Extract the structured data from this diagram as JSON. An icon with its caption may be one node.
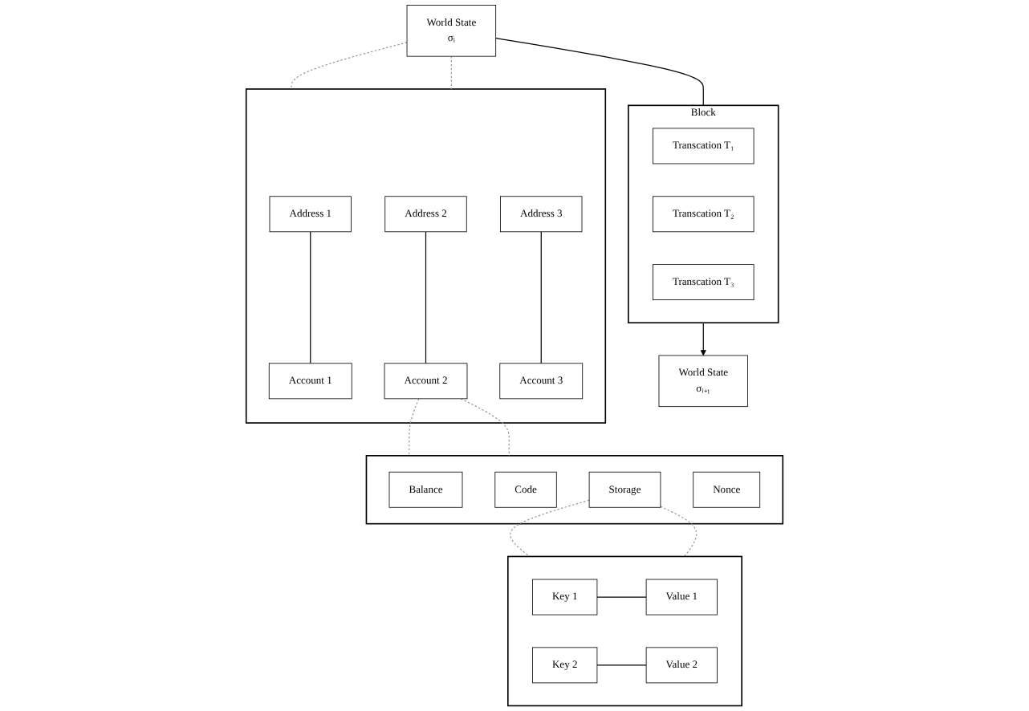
{
  "diagram": {
    "nodes": [
      {
        "text": [
          "Block"
        ]
      },
      {
        "text": [
          "Transcation T₁"
        ],
        "in": 0
      },
      {
        "text": [
          "Transcation T₂"
        ],
        "in": 0
      },
      {
        "text": [
          "Transcation T₃"
        ],
        "in": 0
      },
      {
        "text": [
          "World State",
          "σᵢ"
        ]
      },
      {
        "text": [
          "World State",
          "σᵢ₊₁"
        ]
      },
      {
        "text": [],
        "shape": "box"
      },
      {
        "text": [
          "Address 1"
        ],
        "in": 6
      },
      {
        "text": [
          "Account 1"
        ],
        "in": 6
      },
      {
        "text": [
          "Address 2"
        ],
        "in": 6
      },
      {
        "text": [
          "Account 2"
        ],
        "in": 6
      },
      {
        "text": [
          "Address 3"
        ],
        "in": 6
      },
      {
        "text": [
          "Account 3"
        ],
        "in": 6
      },
      {
        "text": [],
        "shape": "box"
      },
      {
        "text": [
          "Balance"
        ],
        "in": 13
      },
      {
        "text": [
          "Code"
        ],
        "in": 13
      },
      {
        "text": [
          "Storage"
        ],
        "in": 13
      },
      {
        "text": [
          "Nonce"
        ],
        "in": 13
      },
      {
        "text": [],
        "shape": "box"
      },
      {
        "text": [
          "Key 1"
        ],
        "in": 18
      },
      {
        "text": [
          "Value 1"
        ],
        "in": 18
      },
      {
        "text": [
          "Key 2"
        ],
        "in": 18
      },
      {
        "text": [
          "Value 2"
        ],
        "in": 18
      }
    ],
    "edges": [
      {
        "from": 4,
        "to": 0,
        "arrow": "none"
      },
      {
        "from": 0,
        "to": 5,
        "arrow": "to"
      },
      {
        "from": 4,
        "to": 6,
        "arrow": "none",
        "style": "dashed",
        "color": "#999999"
      },
      {
        "from": 4,
        "to": 6,
        "arrow": "none",
        "style": "dashed",
        "color": "#999999"
      },
      {
        "from": 7,
        "to": 8,
        "arrow": "none"
      },
      {
        "from": 9,
        "to": 10,
        "arrow": "none"
      },
      {
        "from": 11,
        "to": 12,
        "arrow": "none"
      },
      {
        "from": 10,
        "to": 13,
        "arrow": "none",
        "style": "dashed",
        "color": "#999999"
      },
      {
        "from": 10,
        "to": 13,
        "arrow": "none",
        "style": "dashed",
        "color": "#999999"
      },
      {
        "from": 16,
        "to": 18,
        "arrow": "none",
        "style": "dashed",
        "color": "#999999"
      },
      {
        "from": 16,
        "to": 18,
        "arrow": "none",
        "style": "dashed",
        "color": "#999999"
      },
      {
        "from": 19,
        "to": 20,
        "arrow": "none"
      },
      {
        "from": 21,
        "to": 22,
        "arrow": "none"
      }
    ]
  }
}
